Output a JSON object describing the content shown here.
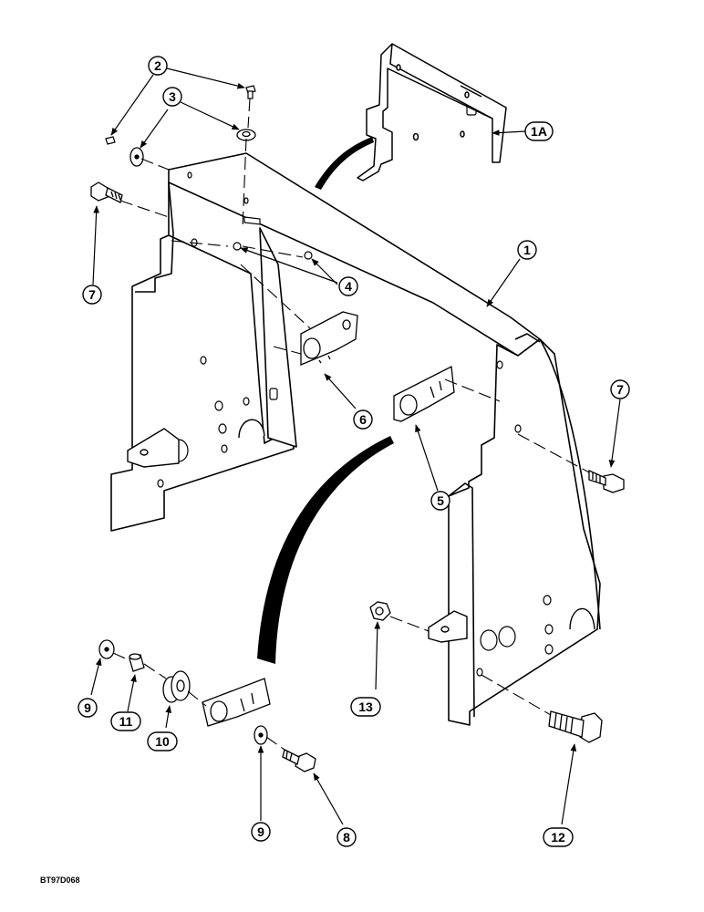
{
  "figure_code": "BT97D068",
  "callouts": {
    "c1": "1",
    "c1a": "1A",
    "c2": "2",
    "c3": "3",
    "c4": "4",
    "c5": "5",
    "c6": "6",
    "c7a": "7",
    "c7b": "7",
    "c8": "8",
    "c9a": "9",
    "c9b": "9",
    "c10": "10",
    "c11": "11",
    "c12": "12",
    "c13": "13"
  }
}
